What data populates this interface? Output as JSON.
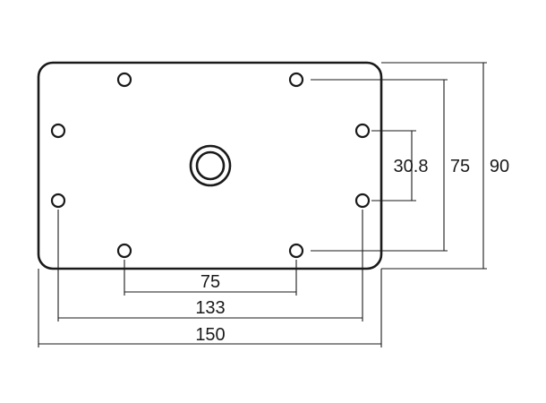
{
  "drawing": {
    "dimensions": {
      "hole_spacing_inner_horizontal": "75",
      "hole_spacing_outer_horizontal": "133",
      "plate_width": "150",
      "hole_spacing_inner_vertical": "30.8",
      "hole_spacing_outer_vertical": "75",
      "plate_height": "90"
    }
  }
}
